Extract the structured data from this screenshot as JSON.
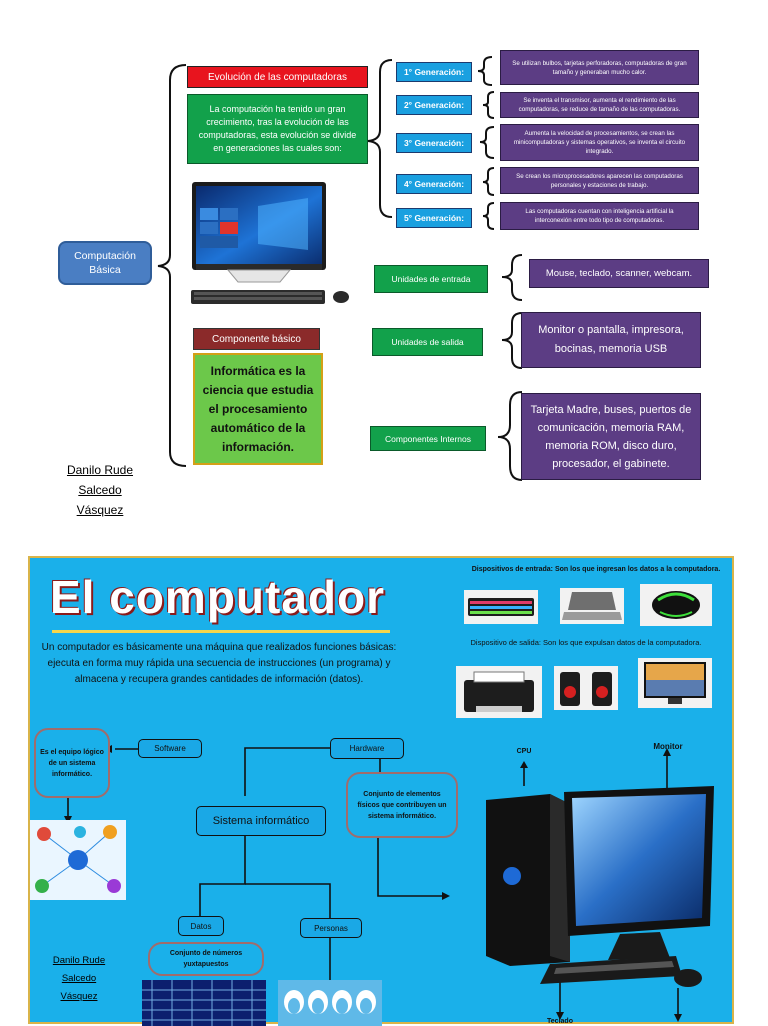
{
  "map1": {
    "central_topic": "Computación Básica",
    "evolution_title": "Evolución de las computadoras",
    "evolution_text": "La computación ha tenido un gran crecimiento, tras la evolución de las computadoras, esta evolución se divide en generaciones las cuales son:",
    "generations": [
      {
        "label": "1° Generación:",
        "description": "Se utilizan bulbos, tarjetas perforadoras, computadoras de gran tamaño y generaban mucho calor."
      },
      {
        "label": "2° Generación:",
        "description": "Se inventa el transmisor, aumenta el rendimiento de las computadoras, se reduce de tamaño de las computadoras."
      },
      {
        "label": "3° Generación:",
        "description": "Aumenta la velocidad de procesamientos, se crean las minicomputadoras y sistemas operativos, se inventa el circuito integrado."
      },
      {
        "label": "4° Generación:",
        "description": "Se crean los microprocesadores aparecen las computadoras personales y estaciones de trabajo."
      },
      {
        "label": "5° Generación:",
        "description": "Las computadoras cuentan con inteligencia artificial la interconexión entre todo tipo de computadoras."
      }
    ],
    "component_title": "Componente básico",
    "component_text": "Informática es la ciencia que estudia el procesamiento automático de la información.",
    "units": [
      {
        "label": "Unidades de entrada",
        "description": "Mouse, teclado, scanner, webcam."
      },
      {
        "label": "Unidades de salida",
        "description": "Monitor o pantalla, impresora, bocinas, memoria USB"
      },
      {
        "label": "Componentes Internos",
        "description": "Tarjeta Madre, buses, puertos de comunicación, memoria RAM, memoria ROM, disco duro, procesador, el gabinete."
      }
    ],
    "author": [
      "Danilo Rude",
      "Salcedo",
      "Vásquez"
    ]
  },
  "map2": {
    "title": "El computador",
    "intro": "Un computador es básicamente una máquina que realizados funciones básicas: ejecuta en forma muy rápida una secuencia de instrucciones (un programa) y almacena y recupera grandes cantidades de información (datos).",
    "input_devices": "Dispositivos de entrada: Son los que ingresan los datos a la computadora.",
    "output_devices": "Dispositivo de salida: Son los que expulsan datos de la computadora.",
    "center": "Sistema informático",
    "software": "Software",
    "software_desc": "Es el equipo lógico de un sistema informático.",
    "hardware": "Hardware",
    "hardware_desc": "Conjunto de elementos físicos que contribuyen un sistema informático.",
    "datos": "Datos",
    "datos_desc": "Conjunto de números yuxtapuestos",
    "personas": "Personas",
    "cpu": "CPU",
    "monitor": "Monitor",
    "teclado": "Teclado",
    "author": [
      "Danilo Rude",
      "Salcedo",
      "Vásquez"
    ],
    "colors": {
      "background": "#1ab0ea",
      "border": "#d9b44a"
    }
  }
}
